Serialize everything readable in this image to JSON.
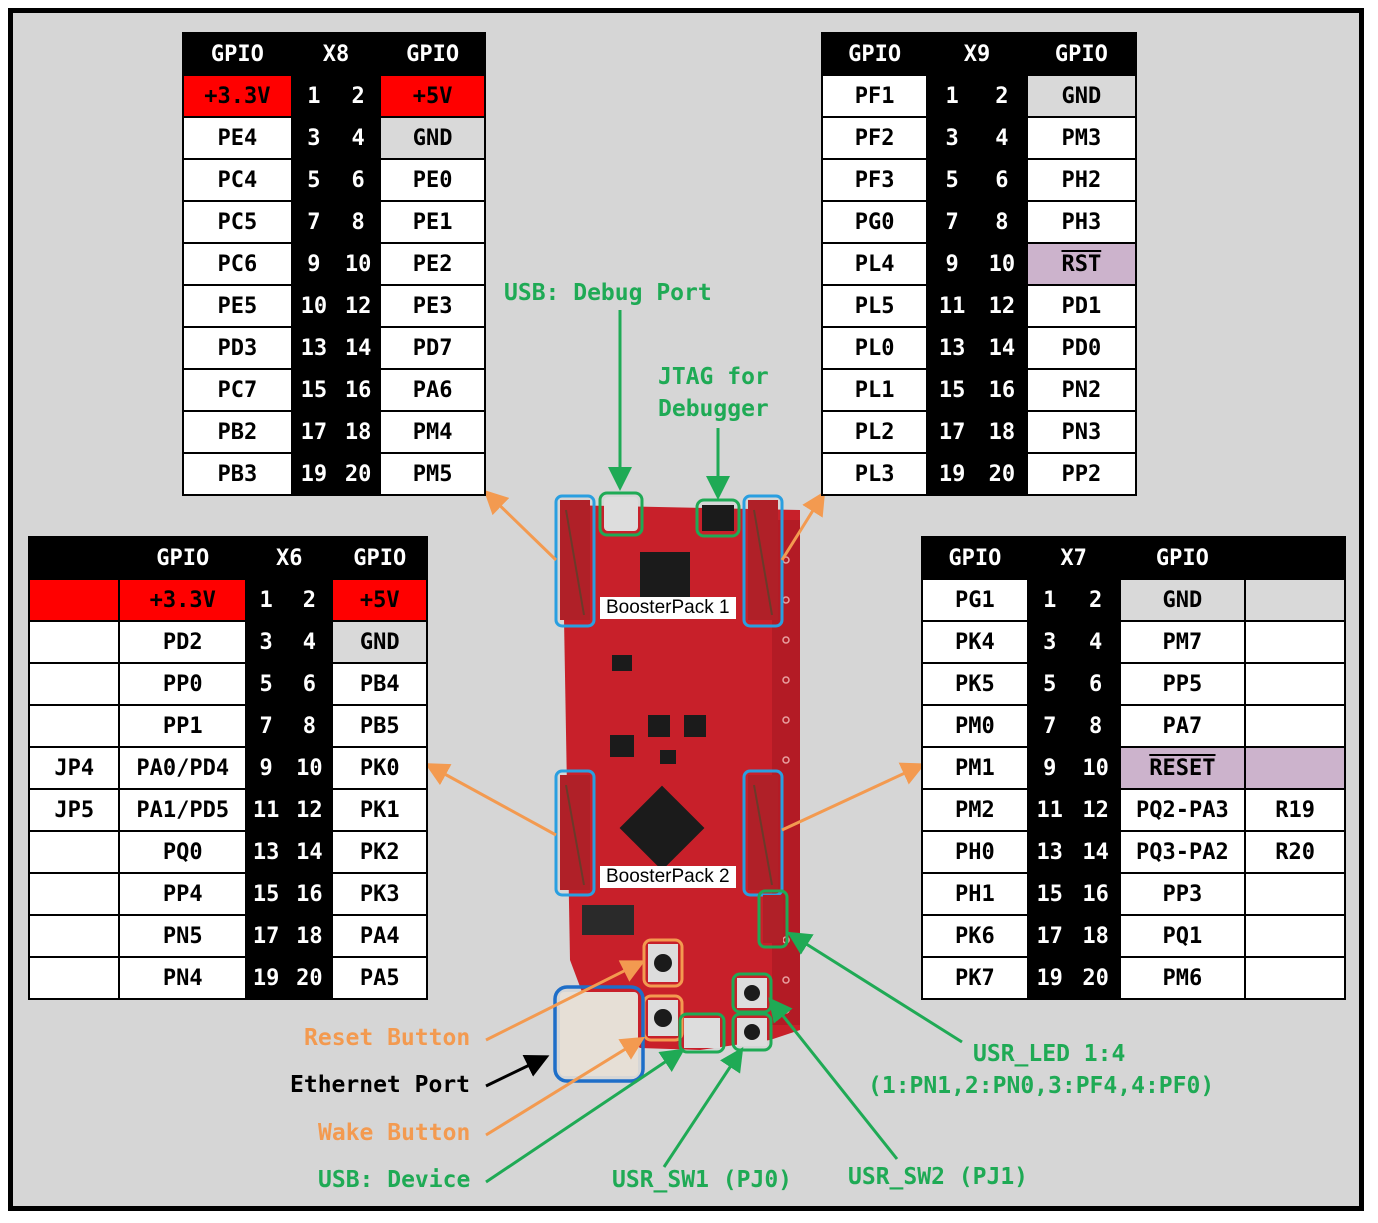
{
  "title": "EK-TM4C1294XL LaunchPad Pinout",
  "colors": {
    "power": "#ff0000",
    "gnd": "#d9d9d9",
    "reset": "#ccb3cc",
    "green_label": "#1faa55",
    "orange_label": "#f39a50",
    "highlight_blue": "#2a9fe0"
  },
  "x8": {
    "header": [
      "GPIO",
      "X8",
      "GPIO"
    ],
    "rows": [
      {
        "l": "+3.3V",
        "p1": "1",
        "p2": "2",
        "r": "+5V",
        "lt": "pwr",
        "rt": "pwr"
      },
      {
        "l": "PE4",
        "p1": "3",
        "p2": "4",
        "r": "GND",
        "rt": "gnd"
      },
      {
        "l": "PC4",
        "p1": "5",
        "p2": "6",
        "r": "PE0"
      },
      {
        "l": "PC5",
        "p1": "7",
        "p2": "8",
        "r": "PE1"
      },
      {
        "l": "PC6",
        "p1": "9",
        "p2": "10",
        "r": "PE2"
      },
      {
        "l": "PE5",
        "p1": "10",
        "p2": "12",
        "r": "PE3"
      },
      {
        "l": "PD3",
        "p1": "13",
        "p2": "14",
        "r": "PD7"
      },
      {
        "l": "PC7",
        "p1": "15",
        "p2": "16",
        "r": "PA6"
      },
      {
        "l": "PB2",
        "p1": "17",
        "p2": "18",
        "r": "PM4"
      },
      {
        "l": "PB3",
        "p1": "19",
        "p2": "20",
        "r": "PM5"
      }
    ]
  },
  "x9": {
    "header": [
      "GPIO",
      "X9",
      "GPIO"
    ],
    "rows": [
      {
        "l": "PF1",
        "p1": "1",
        "p2": "2",
        "r": "GND",
        "rt": "gnd"
      },
      {
        "l": "PF2",
        "p1": "3",
        "p2": "4",
        "r": "PM3"
      },
      {
        "l": "PF3",
        "p1": "5",
        "p2": "6",
        "r": "PH2"
      },
      {
        "l": "PG0",
        "p1": "7",
        "p2": "8",
        "r": "PH3"
      },
      {
        "l": "PL4",
        "p1": "9",
        "p2": "10",
        "r": "RST",
        "rt": "rst"
      },
      {
        "l": "PL5",
        "p1": "11",
        "p2": "12",
        "r": "PD1"
      },
      {
        "l": "PL0",
        "p1": "13",
        "p2": "14",
        "r": "PD0"
      },
      {
        "l": "PL1",
        "p1": "15",
        "p2": "16",
        "r": "PN2"
      },
      {
        "l": "PL2",
        "p1": "17",
        "p2": "18",
        "r": "PN3"
      },
      {
        "l": "PL3",
        "p1": "19",
        "p2": "20",
        "r": "PP2"
      }
    ]
  },
  "x6": {
    "header": [
      "",
      "GPIO",
      "X6",
      "GPIO"
    ],
    "rows": [
      {
        "x": "",
        "l": "+3.3V",
        "p1": "1",
        "p2": "2",
        "r": "+5V",
        "xt": "pwr",
        "lt": "pwr",
        "rt": "pwr"
      },
      {
        "x": "",
        "l": "PD2",
        "p1": "3",
        "p2": "4",
        "r": "GND",
        "rt": "gnd"
      },
      {
        "x": "",
        "l": "PP0",
        "p1": "5",
        "p2": "6",
        "r": "PB4"
      },
      {
        "x": "",
        "l": "PP1",
        "p1": "7",
        "p2": "8",
        "r": "PB5"
      },
      {
        "x": "JP4",
        "l": "PA0/PD4",
        "p1": "9",
        "p2": "10",
        "r": "PK0"
      },
      {
        "x": "JP5",
        "l": "PA1/PD5",
        "p1": "11",
        "p2": "12",
        "r": "PK1"
      },
      {
        "x": "",
        "l": "PQ0",
        "p1": "13",
        "p2": "14",
        "r": "PK2"
      },
      {
        "x": "",
        "l": "PP4",
        "p1": "15",
        "p2": "16",
        "r": "PK3"
      },
      {
        "x": "",
        "l": "PN5",
        "p1": "17",
        "p2": "18",
        "r": "PA4"
      },
      {
        "x": "",
        "l": "PN4",
        "p1": "19",
        "p2": "20",
        "r": "PA5"
      }
    ]
  },
  "x7": {
    "header": [
      "GPIO",
      "X7",
      "GPIO",
      ""
    ],
    "rows": [
      {
        "l": "PG1",
        "p1": "1",
        "p2": "2",
        "r": "GND",
        "x": "",
        "rt": "gnd",
        "xt": "gnd"
      },
      {
        "l": "PK4",
        "p1": "3",
        "p2": "4",
        "r": "PM7",
        "x": ""
      },
      {
        "l": "PK5",
        "p1": "5",
        "p2": "6",
        "r": "PP5",
        "x": ""
      },
      {
        "l": "PM0",
        "p1": "7",
        "p2": "8",
        "r": "PA7",
        "x": ""
      },
      {
        "l": "PM1",
        "p1": "9",
        "p2": "10",
        "r": "RESET",
        "x": "",
        "rt": "rst",
        "xt": "rst"
      },
      {
        "l": "PM2",
        "p1": "11",
        "p2": "12",
        "r": "PQ2-PA3",
        "x": "R19"
      },
      {
        "l": "PH0",
        "p1": "13",
        "p2": "14",
        "r": "PQ3-PA2",
        "x": "R20"
      },
      {
        "l": "PH1",
        "p1": "15",
        "p2": "16",
        "r": "PP3",
        "x": ""
      },
      {
        "l": "PK6",
        "p1": "17",
        "p2": "18",
        "r": "PQ1",
        "x": ""
      },
      {
        "l": "PK7",
        "p1": "19",
        "p2": "20",
        "r": "PM6",
        "x": ""
      }
    ]
  },
  "board": {
    "boosterpack1": "BoosterPack 1",
    "boosterpack2": "BoosterPack 2"
  },
  "labels": {
    "usb_debug": "USB: Debug Port",
    "jtag_line1": "JTAG for",
    "jtag_line2": "Debugger",
    "reset_button": "Reset Button",
    "ethernet_port": "Ethernet Port",
    "wake_button": "Wake Button",
    "usb_device": "USB: Device",
    "usr_sw1": "USR_SW1 (PJ0)",
    "usr_sw2": "USR_SW2 (PJ1)",
    "usr_led_line1": "USR_LED 1:4",
    "usr_led_line2": "(1:PN1,2:PN0,3:PF4,4:PF0)"
  }
}
